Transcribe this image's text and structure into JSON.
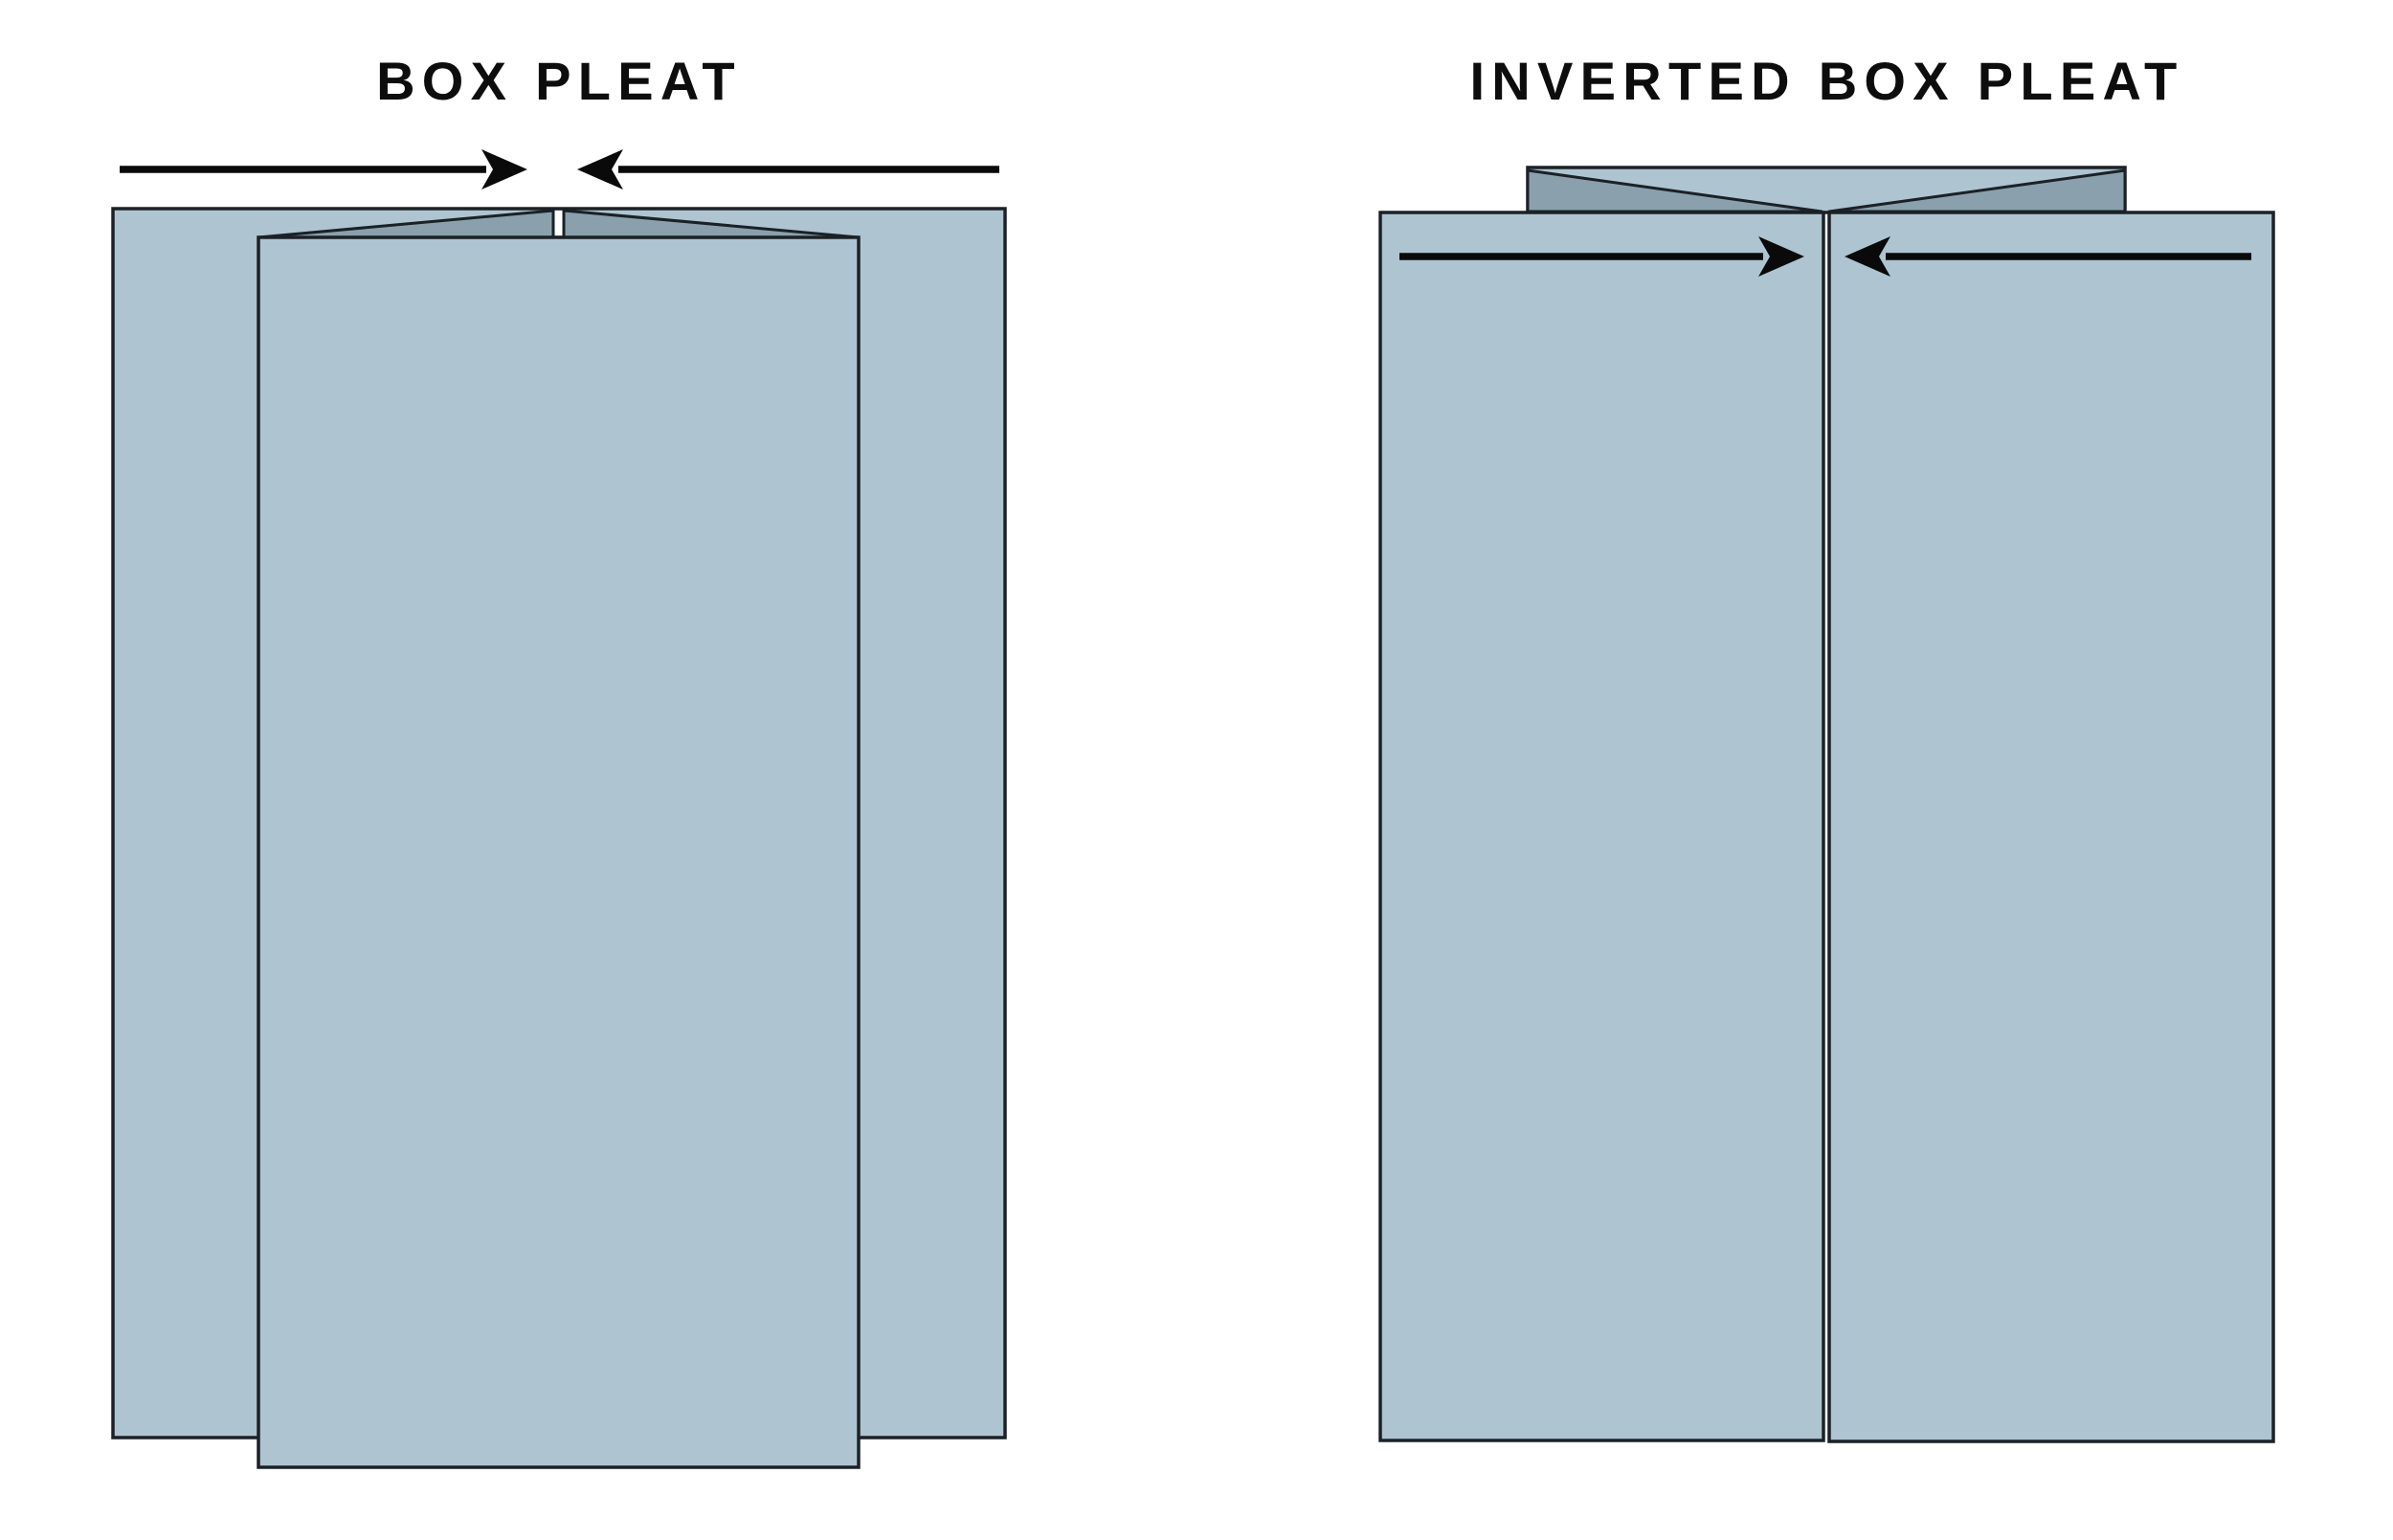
{
  "page": {
    "background": "#ffffff",
    "description": "Sewing diagram comparing two pleat types"
  },
  "colors": {
    "page_bg": "#ffffff",
    "fabric_light": "#aec4d1",
    "fabric_shadow": "#8aa1ad",
    "outline": "#1b2126",
    "arrow": "#0a0a0a",
    "title_text": "#0d0d0d"
  },
  "diagrams": [
    {
      "id": "box-pleat",
      "title": "BOX PLEAT",
      "arrow_direction": "two arrows above fabric pointing inward toward center fold"
    },
    {
      "id": "inverted-box-pleat",
      "title": "INVERTED BOX PLEAT",
      "arrow_direction": "two arrows on fabric pointing inward toward center seam"
    }
  ]
}
